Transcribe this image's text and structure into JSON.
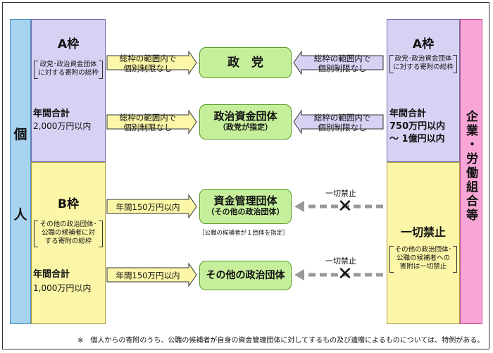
{
  "left": {
    "column_label_top": "個",
    "column_label_bottom": "人",
    "a_frame": {
      "title": "A枠",
      "note_line1": "政党･政治資金団体",
      "note_line2": "に対する寄附の総枠",
      "limit_line1": "年間合計",
      "limit_line2": "2,000万円以内"
    },
    "b_frame": {
      "title": "B枠",
      "note_line1": "その他の政治団体･",
      "note_line2": "公職の候補者に対",
      "note_line3": "する寄附の総枠",
      "limit_line1": "年間合計",
      "limit_line2": "1,000万円以内"
    }
  },
  "right": {
    "column_label": "企業・労働組合等",
    "a_frame": {
      "title": "A枠",
      "note_line1": "政党･政治資金団体",
      "note_line2": "に対する寄附の総枠",
      "limit_line1": "年間合計",
      "limit_line2": "750万円以内",
      "limit_line3": "～ 1億円以内"
    },
    "b_frame": {
      "title": "一切禁止",
      "note_line1": "その他の政治団体･",
      "note_line2": "公職の候補者への",
      "note_line3": "寄附は一切禁止"
    }
  },
  "center": {
    "party": {
      "title": "政　党"
    },
    "fund_group": {
      "title": "政治資金団体",
      "sub": "（政党が指定）"
    },
    "mgmt_group": {
      "title": "資金管理団体",
      "sub": "（その他の政治団体）",
      "note": "［公職の候補者が１団体を指定］"
    },
    "other_group": {
      "title": "その他の政治団体"
    }
  },
  "arrows": {
    "left_top_line1": "総枠の範囲内で",
    "left_top_line2": "個別制限なし",
    "left_mid_line1": "総枠の範囲内で",
    "left_mid_line2": "個別制限なし",
    "right_top_line1": "総枠の範囲内で",
    "right_top_line2": "個別制限なし",
    "right_mid_line1": "総枠の範囲内で",
    "right_mid_line2": "個別制限なし",
    "left_b1": "年間150万円以内",
    "left_b2": "年間150万円以内",
    "prohibited_1": "一切禁止",
    "prohibited_2": "一切禁止",
    "x_mark": "✕"
  },
  "footnote": "※　個人からの寄附のうち、公職の候補者が自身の資金管理団体に対してするもの及び遺贈によるものについては、特例がある。",
  "colors": {
    "individual": "#a8d3f0",
    "frame_a": "#d6d2f4",
    "frame_b": "#fcf6a8",
    "corporate": "#f9a6d7",
    "center_box": "#c6ef9c",
    "arrow_fill": "#fcf6a8"
  }
}
